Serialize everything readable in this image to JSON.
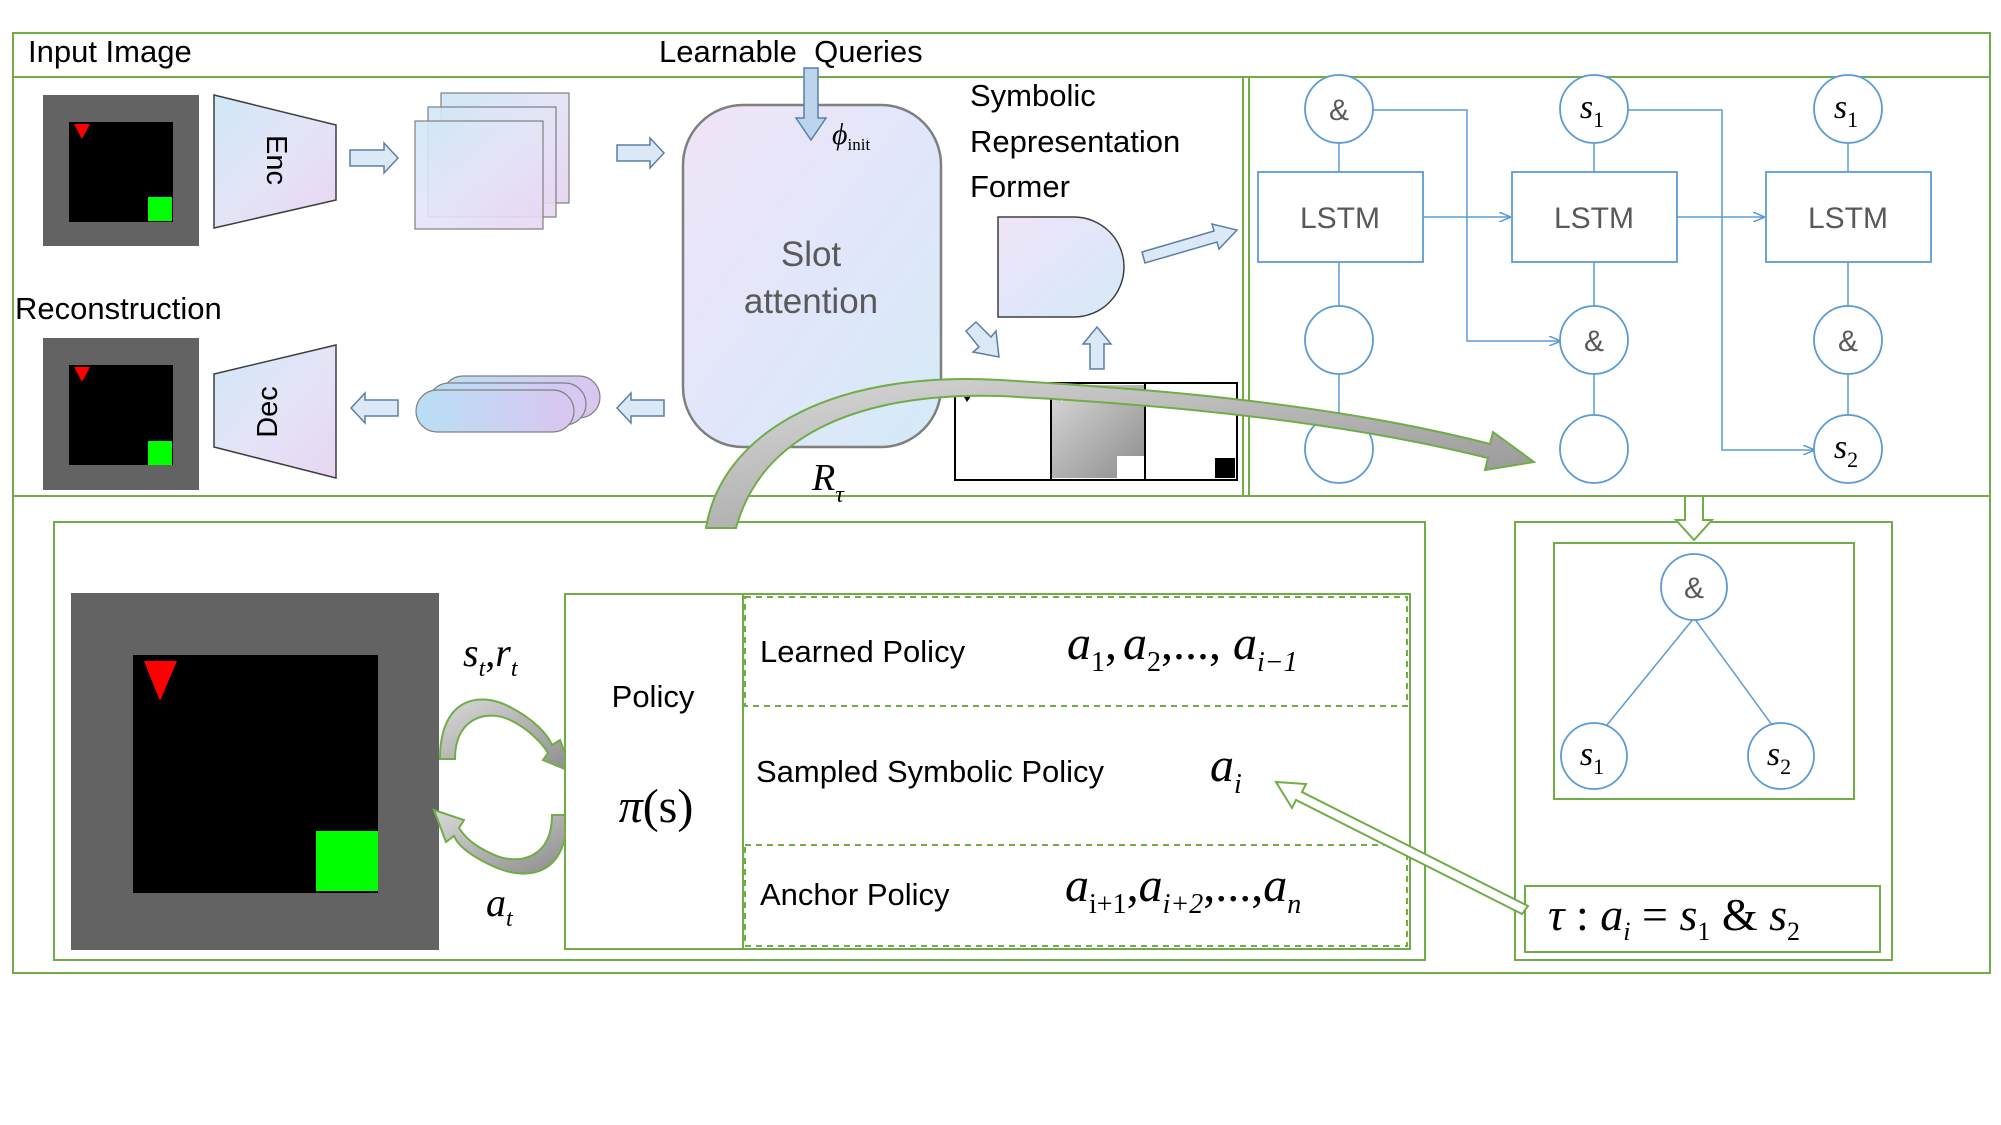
{
  "labels": {
    "input_image": "Input Image",
    "learnable_queries": "Learnable  Queries",
    "phi": "ϕ",
    "phi_sub": "init",
    "symbolic_line1": "Symbolic",
    "symbolic_line2": "Representation",
    "symbolic_line3": "Former",
    "reconstruction": "Reconstruction",
    "enc": "Enc",
    "dec": "Dec",
    "slot_line1": "Slot",
    "slot_line2": "attention",
    "r_tau": "R",
    "r_tau_sub": "τ"
  },
  "lstm": {
    "cell_label": "LSTM",
    "and_symbol": "&",
    "s": "s",
    "sub1": "1",
    "sub2": "2"
  },
  "loop": {
    "s_t": "s",
    "t": "t",
    "r_t": "r",
    "a_t": "a",
    "comma": ","
  },
  "policy": {
    "title": "Policy",
    "pi": "π",
    "pi_arg": "(s)",
    "learned_label": "Learned Policy",
    "sampled_label": "Sampled Symbolic Policy",
    "anchor_label": "Anchor Policy"
  },
  "formulas": {
    "a": "a",
    "learned_sub1": "1",
    "learned_sub2": "2",
    "learned_dots": ",...,",
    "learned_subn": "i−1",
    "sampled_sub": "i",
    "anchor_sub1": "i+1",
    "anchor_sub2": "i+2",
    "anchor_dots": ",...,",
    "anchor_subn": "n"
  },
  "tree": {
    "root": "&",
    "s": "s",
    "sub1": "1",
    "sub2": "2"
  },
  "tau_formula": {
    "tau": "τ",
    "colon": " : ",
    "a": "a",
    "a_sub": "i",
    "equals": " = ",
    "s1": "s",
    "sub1": "1",
    "amp": " & ",
    "s2": "s",
    "sub2": "2"
  },
  "colors": {
    "frame_green": "#70ad47",
    "node_blue": "#5b9bd5",
    "node_text": "#595959",
    "grid_gray": "#636363",
    "agent_red": "#ff0000",
    "goal_green": "#00ff00",
    "slot_fill": "#e6e6fa",
    "arrow_gray": "#a6a6a6"
  },
  "icons": {
    "flow_arrow": "block-arrow-right",
    "curve_arrow": "curved-arrow",
    "loop_arrows": "cycle-arrows"
  }
}
